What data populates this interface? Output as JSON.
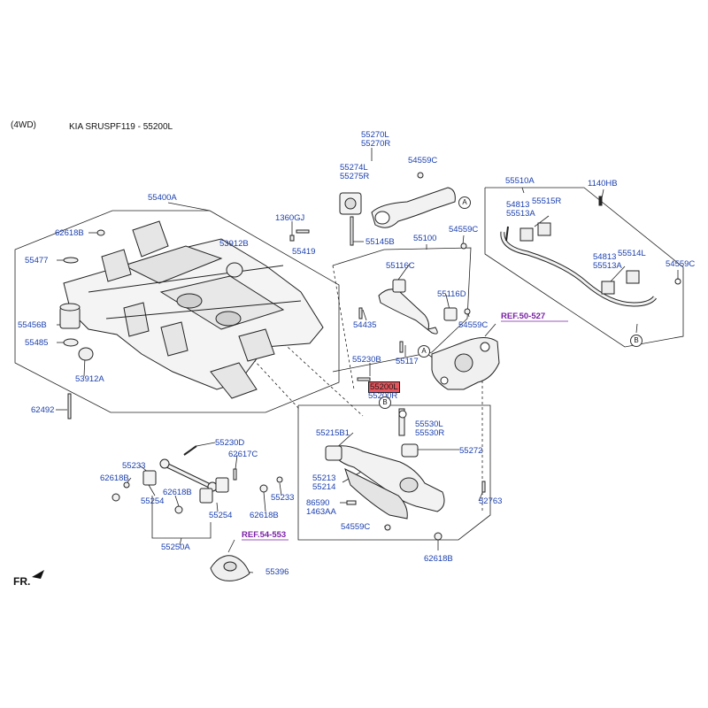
{
  "header": {
    "drive": "(4WD)",
    "title": "KIA SRUSPF119 - 55200L"
  },
  "front_marker": "FR.",
  "highlight_color": "#e8545c",
  "label_color": "#1a3fae",
  "ref_color": "#7a1fa6",
  "labels": {
    "p55400A": "55400A",
    "p62618B_a": "62618B",
    "p55477": "55477",
    "p55456B": "55456B",
    "p55485": "55485",
    "p53912A": "53912A",
    "p62492": "62492",
    "p53912B": "53912B",
    "p1360GJ": "1360GJ",
    "p55419": "55419",
    "p55270L": "55270L",
    "p55270R": "55270R",
    "p55274L": "55274L",
    "p55275R": "55275R",
    "p54559C_a": "54559C",
    "p55145B": "55145B",
    "p55100": "55100",
    "p54559C_b": "54559C",
    "p55116C": "55116C",
    "p55116D": "55116D",
    "p54435": "54435",
    "p54559C_c": "54559C",
    "p55117": "55117",
    "p55230B": "55230B",
    "p55200L": "55200L",
    "p55200R": "55200R",
    "p55510A": "55510A",
    "p1140HB": "1140HB",
    "p54813_a": "54813",
    "p55515R": "55515R",
    "p55513A_a": "55513A",
    "p54813_b": "54813",
    "p55514L": "55514L",
    "p55513A_b": "55513A",
    "p54559C_d": "54559C",
    "p55530L": "55530L",
    "p55530R": "55530R",
    "p55215B1": "55215B1",
    "p55272": "55272",
    "p55213": "55213",
    "p55214": "55214",
    "p86590": "86590",
    "p1463AA": "1463AA",
    "p54559C_e": "54559C",
    "p52763": "52763",
    "p62618B_b": "62618B",
    "p55230D": "55230D",
    "p62617C": "62617C",
    "p55233_a": "55233",
    "p62618B_c": "62618B",
    "p55254_a": "55254",
    "p62618B_d": "62618B",
    "p55254_b": "55254",
    "p55233_b": "55233",
    "p62618B_e": "62618B",
    "p55250A": "55250A",
    "p55396": "55396"
  },
  "refs": {
    "r50527": "REF.50-527",
    "r54553": "REF.54-553"
  },
  "callouts": {
    "a1": "A",
    "a2": "A",
    "b1": "B",
    "b2": "B"
  }
}
